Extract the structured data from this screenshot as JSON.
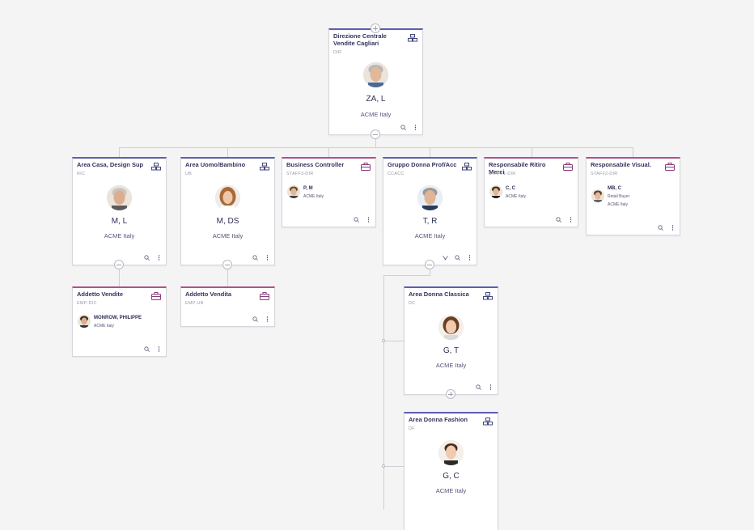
{
  "colors": {
    "unit_accent": "#5a5fb0",
    "position_accent": "#b0508a",
    "background": "#f4f4f4"
  },
  "icons": {
    "unit": "org-structure-icon",
    "position": "briefcase-icon",
    "zoom": "zoom-icon",
    "more": "more-vertical-icon",
    "expand": "expand-icon"
  },
  "root": {
    "title": "Direzione Centrale Vendite Cagliari",
    "code": "DIR",
    "person": "ZA, L",
    "company": "ACME Italy"
  },
  "level1": [
    {
      "title": "Area Casa, Design Sup",
      "code": "RIC",
      "person": "M, L",
      "company": "ACME Italy"
    },
    {
      "title": "Area Uomo/Bambino",
      "code": "UB",
      "person": "M, DS",
      "company": "ACME Italy"
    },
    {
      "title": "Business Controller",
      "code": "STAFF3-DIR",
      "person": "P, M",
      "company": "ACME Italy"
    },
    {
      "title": "Gruppo Donna Prof/Acc",
      "code": "CCACC",
      "person": "T, R",
      "company": "ACME Italy"
    },
    {
      "title": "Responsabile Ritiro Merci",
      "code": "STAFF1-DIR",
      "person": "C, C",
      "company": "ACME Italy"
    },
    {
      "title": "Responsabile Visual.",
      "code": "STAFF2-DIR",
      "person": "MB, C",
      "role": "Retail Buyer",
      "company": "ACME Italy"
    }
  ],
  "level2": [
    {
      "title": "Addetto Vendite",
      "code": "EMP-RIC",
      "person": "MONROW, PHILIPPE",
      "company": "ACME Italy"
    },
    {
      "title": "Addetto Vendita",
      "code": "EMP-UB"
    },
    {
      "title": "Area Donna Classica",
      "code": "DC",
      "person": "G, T",
      "company": "ACME Italy"
    },
    {
      "title": "Area Donna Fashion",
      "code": "DF",
      "person": "G, C",
      "company": "ACME Italy"
    }
  ]
}
